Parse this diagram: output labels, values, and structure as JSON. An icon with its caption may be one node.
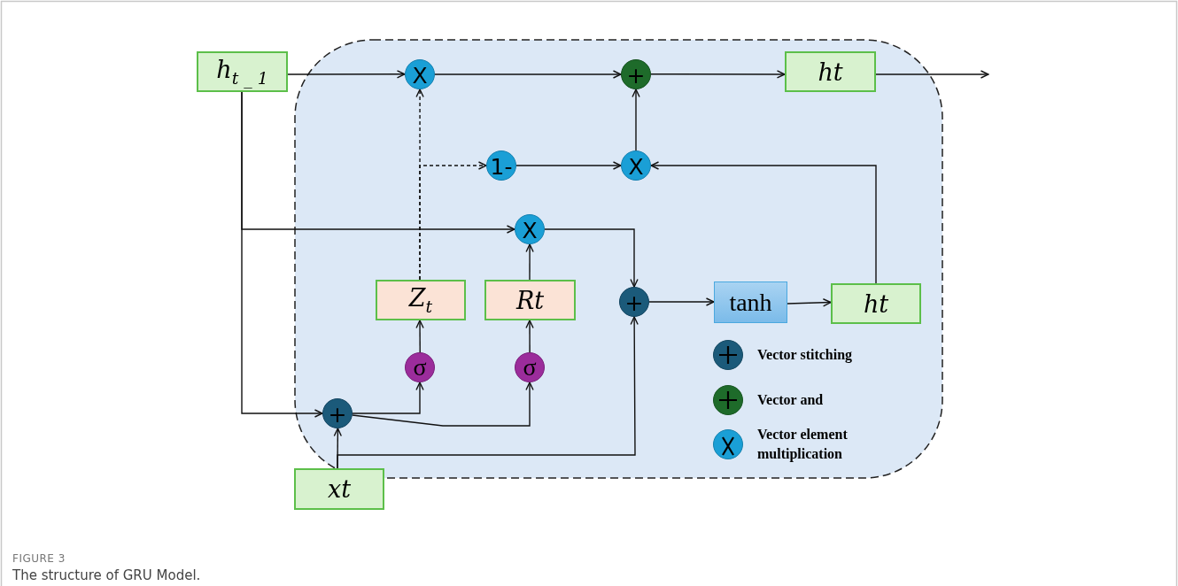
{
  "diagram": {
    "caption": "The structure of GRU Model.",
    "nodes": [
      {
        "text": [],
        "shape": "box"
      },
      {
        "text": [
          "h$_{t _ 1}$"
        ]
      },
      {
        "text": [
          "X"
        ],
        "in": 0
      },
      {
        "text": [
          "+"
        ],
        "in": 0
      },
      {
        "text": [
          "ht"
        ],
        "in": 0
      },
      {
        "text": [
          "1-"
        ],
        "in": 0
      },
      {
        "text": [
          "X"
        ],
        "in": 0
      },
      {
        "text": [
          "X"
        ],
        "in": 0
      },
      {
        "text": [
          "Z$_{t}$"
        ],
        "in": 0
      },
      {
        "text": [
          "Rt"
        ],
        "in": 0
      },
      {
        "text": [
          "+"
        ],
        "in": 0
      },
      {
        "text": [
          "tanh"
        ],
        "in": 0
      },
      {
        "text": [
          "ht"
        ],
        "in": 0
      },
      {
        "text": [
          "σ"
        ],
        "in": 0
      },
      {
        "text": [
          "σ"
        ],
        "in": 0
      },
      {
        "text": [
          "+"
        ],
        "in": 0
      },
      {
        "text": [
          "xt"
        ]
      }
    ],
    "edges": [
      {
        "from": 1,
        "to": 2,
        "arrow": "to"
      },
      {
        "from": 2,
        "to": 3,
        "arrow": "to"
      },
      {
        "from": 3,
        "to": 4,
        "arrow": "to"
      },
      {
        "from": 4,
        "to": null,
        "arrow": "to"
      },
      {
        "from": 8,
        "to": 2,
        "arrow": "to",
        "style": "dashed"
      },
      {
        "from": 8,
        "to": 5,
        "arrow": "to",
        "style": "dashed"
      },
      {
        "from": 5,
        "to": 6,
        "arrow": "to"
      },
      {
        "from": 12,
        "to": 6,
        "arrow": "to"
      },
      {
        "from": 6,
        "to": 3,
        "arrow": "to"
      },
      {
        "from": 1,
        "to": 7,
        "arrow": "to"
      },
      {
        "from": 1,
        "to": 15,
        "arrow": "to"
      },
      {
        "from": 9,
        "to": 7,
        "arrow": "to"
      },
      {
        "from": 7,
        "to": 10,
        "arrow": "to"
      },
      {
        "from": 10,
        "to": 11,
        "arrow": "to"
      },
      {
        "from": 11,
        "to": 12,
        "arrow": "to"
      },
      {
        "from": 13,
        "to": 8,
        "arrow": "to"
      },
      {
        "from": 14,
        "to": 9,
        "arrow": "to"
      },
      {
        "from": 15,
        "to": 13,
        "arrow": "to"
      },
      {
        "from": 15,
        "to": 14,
        "arrow": "to"
      },
      {
        "from": 16,
        "to": 15,
        "arrow": "to"
      },
      {
        "from": 16,
        "to": 10,
        "arrow": "to"
      }
    ],
    "labels": [
      "FIGURE 3"
    ],
    "legend": [
      {
        "text": "Vector stitching",
        "color": "#1b5a7a"
      },
      {
        "text": "Vector and",
        "color": "#1e6b2a"
      },
      {
        "text": "Vector element multiplication",
        "color": "#1a9fd6"
      }
    ]
  }
}
